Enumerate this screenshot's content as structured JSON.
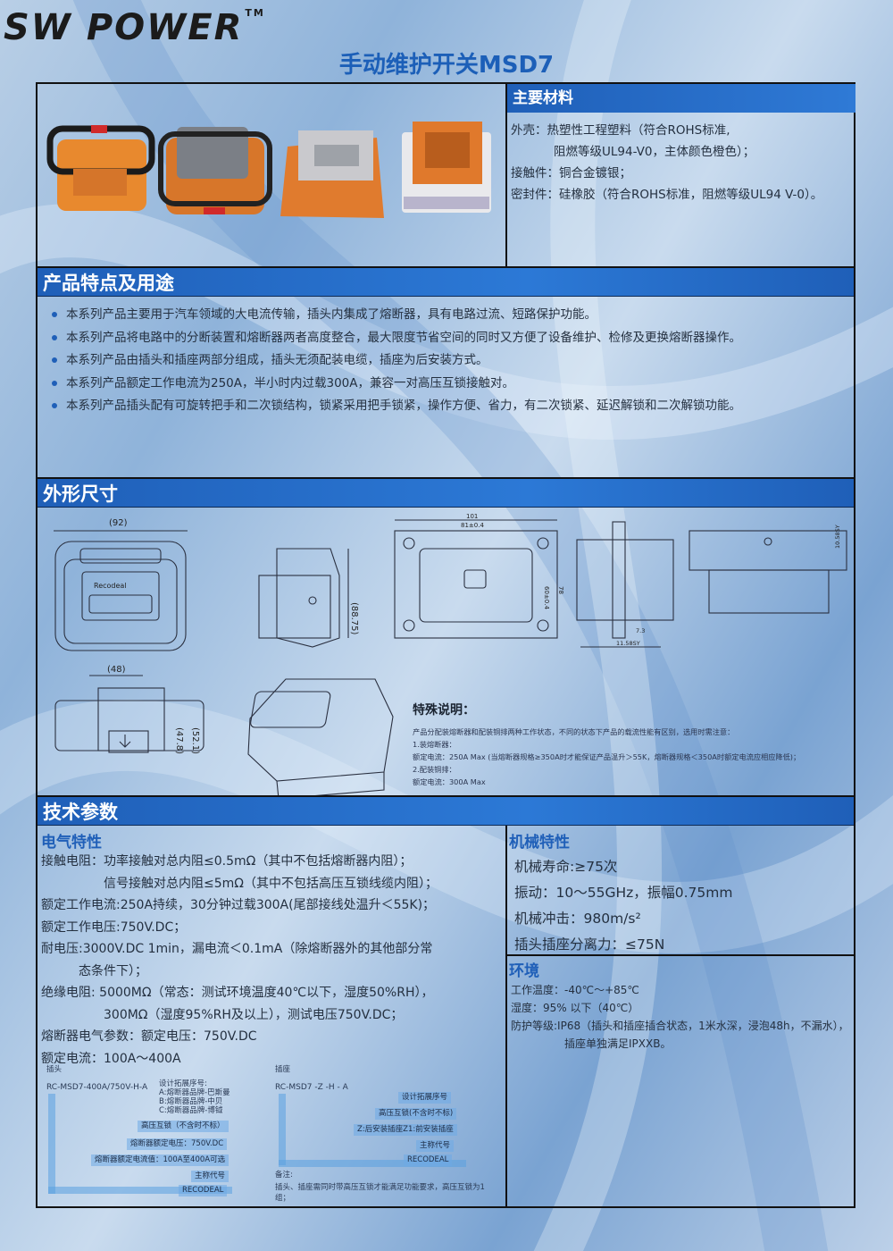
{
  "brand": {
    "logo": "SW POWER",
    "tm": "TM"
  },
  "title": "手动维护开关MSD7",
  "materials": {
    "heading": "主要材料",
    "lines": [
      "外壳：热塑性工程塑料（符合ROHS标准,",
      "阻燃等级UL94-V0，主体颜色橙色）；",
      "接触件：铜合金镀银；",
      "密封件：硅橡胶（符合ROHS标准，阻燃等级UL94 V-0）。"
    ]
  },
  "features": {
    "heading": "产品特点及用途",
    "items": [
      "本系列产品主要用于汽车领域的大电流传输，插头内集成了熔断器，具有电路过流、短路保护功能。",
      "本系列产品将电路中的分断装置和熔断器两者高度整合，最大限度节省空间的同时又方便了设备维护、检修及更换熔断器操作。",
      "本系列产品由插头和插座两部分组成，插头无须配装电缆，插座为后安装方式。",
      "本系列产品额定工作电流为250A，半小时内过载300A，兼容一对高压互锁接触对。",
      "本系列产品插头配有可旋转把手和二次锁结构，锁紧采用把手锁紧，操作方便、省力，有二次锁紧、延迟解锁和二次解锁功能。"
    ]
  },
  "dimensions": {
    "heading": "外形尺寸",
    "labels": {
      "d92": "(92)",
      "d88": "(88.75)",
      "d48": "(48)",
      "d47": "(47.8)",
      "d52": "(52.1)",
      "w101": "101",
      "w81": "81±0.4",
      "h60": "60±0.4",
      "h78": "78",
      "s73": "7.3",
      "s11": "11.58SY",
      "s10": "10.58SY",
      "brand_mark": "Recodeal"
    },
    "special": {
      "heading": "特殊说明：",
      "lines": [
        "产品分配装熔断器和配装铜排两种工作状态，不同的状态下产品的载流性能有区别，选用时需注意：",
        "1.装熔断器：",
        "   额定电流：250A Max (当熔断器规格≥350A时才能保证产品温升＞55K，熔断器规格＜350A时额定电流应相应降低)；",
        "2.配装铜排：",
        "   额定电流：300A Max"
      ]
    }
  },
  "specs": {
    "heading": "技术参数",
    "electrical": {
      "heading": "电气特性",
      "lines": [
        "接触电阻：功率接触对总内阻≤0.5mΩ（其中不包括熔断器内阻）；",
        "　　　　　信号接触对总内阻≤5mΩ（其中不包括高压互锁线缆内阻）；",
        "额定工作电流:250A持续，30分钟过载300A(尾部接线处温升＜55K)；",
        "额定工作电压:750V.DC；",
        "耐电压:3000V.DC 1min，漏电流＜0.1mA（除熔断器外的其他部分常",
        "　　　态条件下）；",
        "绝缘电阻: 5000MΩ（常态：测试环境温度40℃以下，湿度50%RH），",
        "　　　　　300MΩ（湿度95%RH及以上），测试电压750V.DC；",
        "熔断器电气参数：额定电压：750V.DC",
        "额定电流：100A～400A"
      ]
    },
    "mechanical": {
      "heading": "机械特性",
      "lines": [
        "机械寿命:≥75次",
        "振动：10～55GHz，振幅0.75mm",
        "机械冲击：980m/s²",
        "插头插座分离力：≤75N"
      ]
    },
    "environment": {
      "heading": "环境",
      "lines": [
        "工作温度：-40℃～+85℃",
        "湿度：95% 以下（40℃）",
        "防护等级:IP68（插头和插座插合状态，1米水深，浸泡48h，不漏水），",
        "　　　　　插座单独满足IPXXB。"
      ]
    },
    "plug_code": {
      "title": "插头",
      "code": "RC-MSD7-400A/750V-H-A",
      "labels": [
        "设计拓展序号:",
        "A:熔断器品牌-巴斯曼",
        "B:熔断器品牌-中贝",
        "C:熔断器品牌-博钺",
        "高压互锁（不含时不标）",
        "熔断器额定电压：750V.DC",
        "熔断器额定电流值：100A至400A可选",
        "主称代号",
        "RECODEAL"
      ]
    },
    "socket_code": {
      "title": "插座",
      "code": "RC-MSD7 -Z -H - A",
      "labels": [
        "设计拓展序号",
        "高压互锁(不含时不标)",
        "Z:后安装插座Z1:前安装插座",
        "主称代号",
        "RECODEAL"
      ],
      "note_title": "备注:",
      "note": "插头、插座需同时带高压互锁才能满足功能要求，高压互锁为1组；"
    }
  }
}
